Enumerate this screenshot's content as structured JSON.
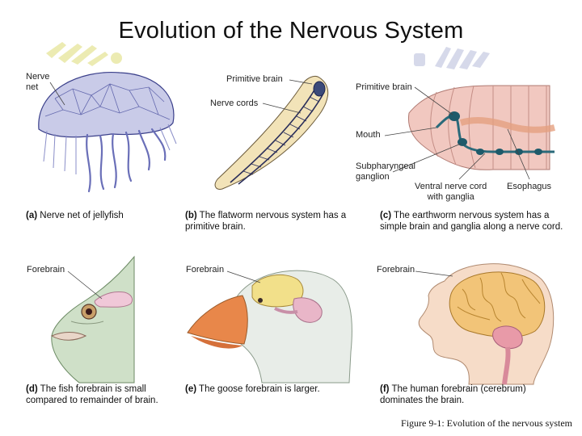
{
  "title": "Evolution of the Nervous System",
  "panels": {
    "a": {
      "labels": [
        "Nerve\nnet"
      ],
      "caption_letter": "(a)",
      "caption_text": " Nerve net of jellyfish"
    },
    "b": {
      "labels": [
        "Primitive brain",
        "Nerve cords"
      ],
      "caption_letter": "(b)",
      "caption_text": " The flatworm nervous system has a\nprimitive brain."
    },
    "c": {
      "labels": [
        "Primitive brain",
        "Mouth",
        "Subpharyngeal\nganglion",
        "Ventral nerve cord\nwith ganglia",
        "Esophagus"
      ],
      "caption_letter": "(c)",
      "caption_text": " The earthworm nervous system has a\nsimple brain and ganglia along a nerve cord."
    },
    "d": {
      "labels": [
        "Forebrain"
      ],
      "caption_letter": "(d)",
      "caption_text": " The fish forebrain is small\ncompared to remainder of brain."
    },
    "e": {
      "labels": [
        "Forebrain"
      ],
      "caption_letter": "(e)",
      "caption_text": " The goose forebrain is larger."
    },
    "f": {
      "labels": [
        "Forebrain"
      ],
      "caption_letter": "(f)",
      "caption_text": " The human forebrain (cerebrum)\ndominates the brain."
    }
  },
  "footer": "Figure 9-1: Evolution of the nervous system"
}
